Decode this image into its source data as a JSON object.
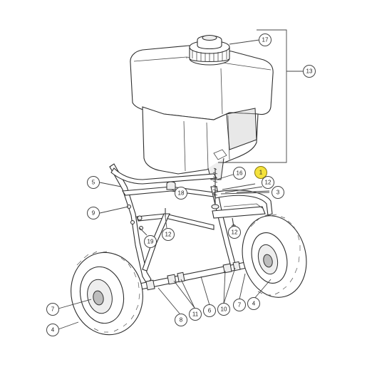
{
  "diagram": {
    "highlight_color": "#f4e23c",
    "callouts": [
      {
        "id": "c17",
        "label": "17"
      },
      {
        "id": "c13",
        "label": "13"
      },
      {
        "id": "c1",
        "label": "1",
        "highlighted": true
      },
      {
        "id": "c16",
        "label": "16"
      },
      {
        "id": "c12a",
        "label": "12"
      },
      {
        "id": "c3",
        "label": "3"
      },
      {
        "id": "c5",
        "label": "5"
      },
      {
        "id": "c18",
        "label": "18"
      },
      {
        "id": "c9",
        "label": "9"
      },
      {
        "id": "c12b",
        "label": "12"
      },
      {
        "id": "c12c",
        "label": "12"
      },
      {
        "id": "c19",
        "label": "19"
      },
      {
        "id": "c7a",
        "label": "7"
      },
      {
        "id": "c4a",
        "label": "4"
      },
      {
        "id": "c8",
        "label": "8"
      },
      {
        "id": "c11",
        "label": "11"
      },
      {
        "id": "c6",
        "label": "6"
      },
      {
        "id": "c10",
        "label": "10"
      },
      {
        "id": "c7b",
        "label": "7"
      },
      {
        "id": "c4b",
        "label": "4"
      }
    ]
  }
}
